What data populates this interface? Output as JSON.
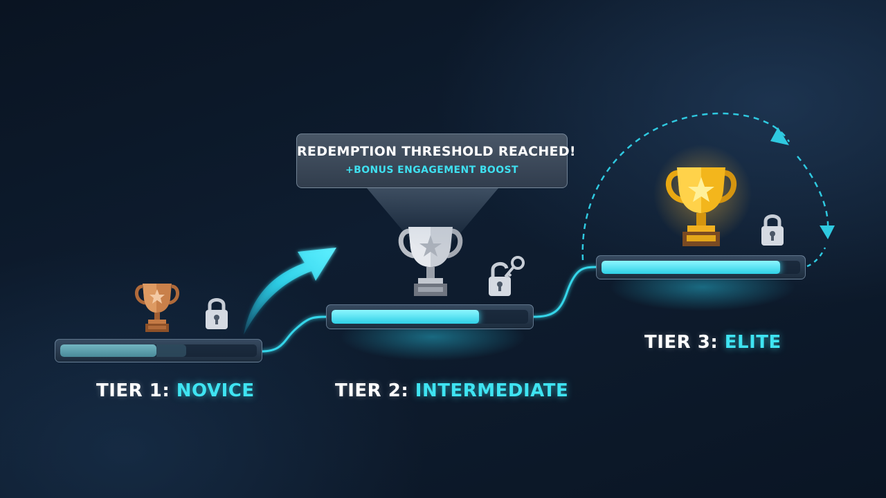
{
  "tooltip": {
    "title": "REDEMPTION THRESHOLD REACHED!",
    "subtitle": "+BONUS ENGAGEMENT BOOST"
  },
  "tiers": [
    {
      "prefix": "TIER 1:",
      "name": "NOVICE",
      "trophy": "bronze-trophy-icon",
      "lock_icon": "padlock-locked-icon",
      "progress": 0.49
    },
    {
      "prefix": "TIER 2:",
      "name": "INTERMEDIATE",
      "trophy": "silver-trophy-icon",
      "lock_icon": "padlock-unlocked-key-icon",
      "progress": 0.75
    },
    {
      "prefix": "TIER 3:",
      "name": "ELITE",
      "trophy": "gold-trophy-icon",
      "lock_icon": "padlock-locked-icon",
      "progress": 0.9
    }
  ],
  "colors": {
    "accent": "#3fe4f2",
    "background": "#0e1d30",
    "bronze": "#c47a45",
    "silver": "#c9ced6",
    "gold": "#f6b820"
  }
}
